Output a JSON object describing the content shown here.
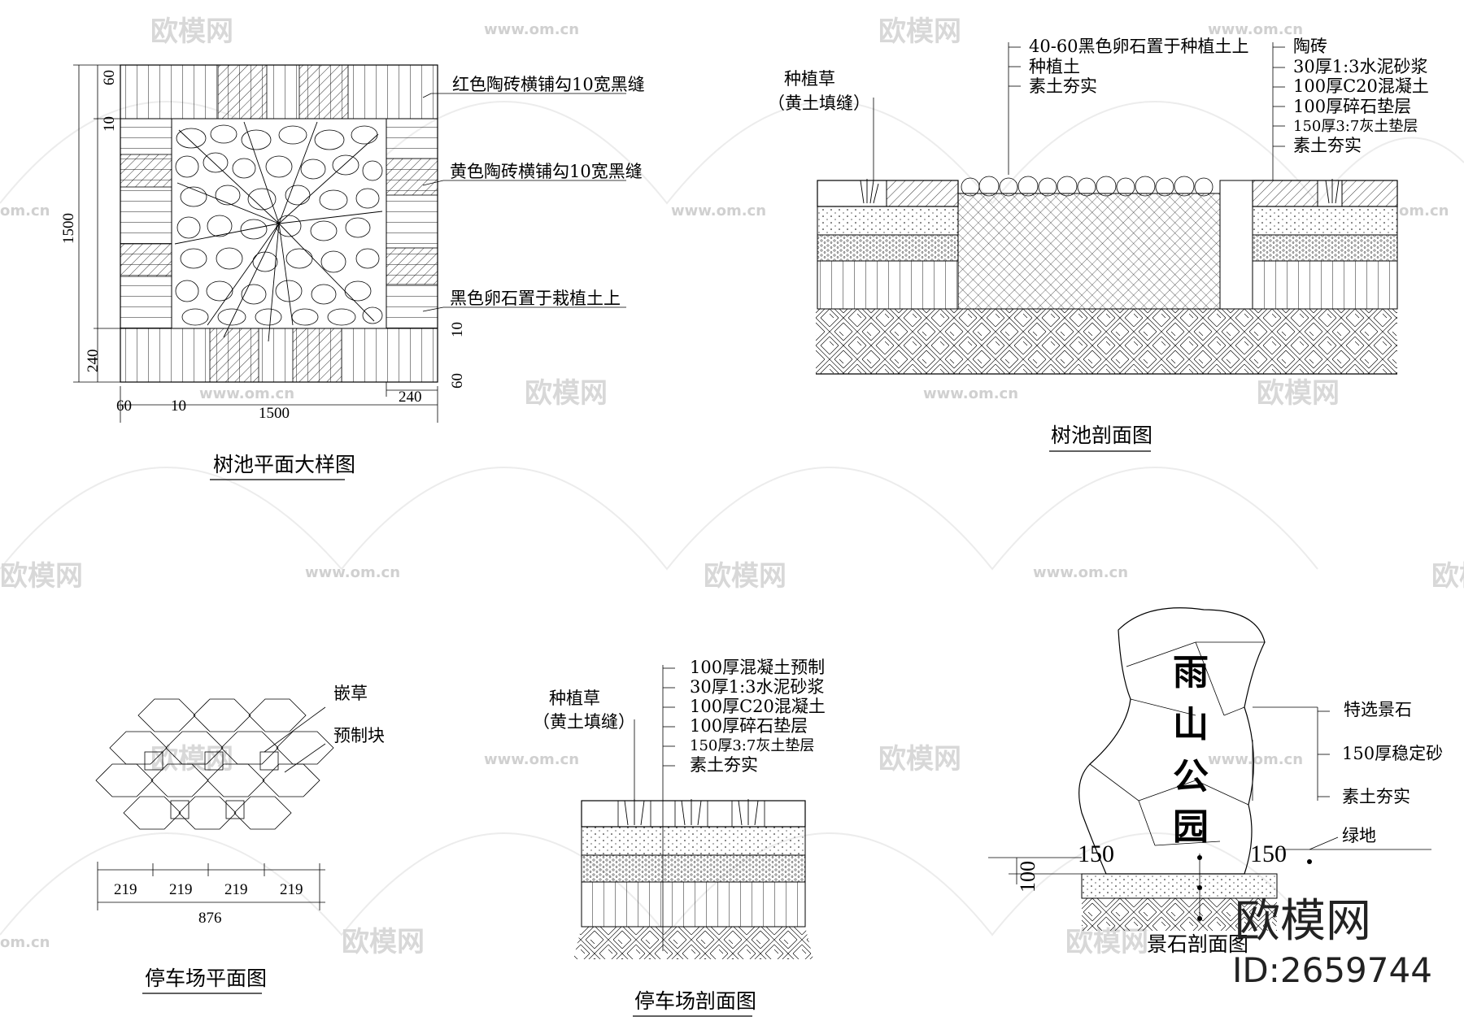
{
  "watermark": {
    "brand": "欧模网",
    "url": "www.om.cn",
    "url_short": "om.cn"
  },
  "brand_mark": {
    "name": "欧模网",
    "id": "ID:2659744"
  },
  "tree_pit_plan": {
    "title": "树池平面大样图",
    "labels": [
      "红色陶砖横铺勾10宽黑缝",
      "黄色陶砖横铺勾10宽黑缝",
      "黑色卵石置于栽植土上"
    ],
    "dims_left": {
      "d60": "60",
      "d10": "10",
      "d1500": "1500",
      "d240": "240"
    },
    "dims_right": {
      "d10": "10",
      "d60": "60"
    },
    "dims_bottom": {
      "d60": "60",
      "d10": "10",
      "d1500": "1500",
      "d240": "240"
    }
  },
  "tree_pit_section": {
    "title": "树池剖面图",
    "left_label": [
      "种植草",
      "（黄土填缝）"
    ],
    "center_labels": [
      "40-60黑色卵石置于种植土上",
      "种植土",
      "素土夯实"
    ],
    "right_labels": [
      "陶砖",
      "30厚1:3水泥砂浆",
      "100厚C20混凝土",
      "100厚碎石垫层",
      "150厚3:7灰土垫层",
      "素土夯实"
    ]
  },
  "parking_plan": {
    "title": "停车场平面图",
    "labels": [
      "嵌草",
      "预制块"
    ],
    "dims": [
      "219",
      "219",
      "219",
      "219"
    ],
    "total": "876"
  },
  "parking_section": {
    "title": "停车场剖面图",
    "left_label": [
      "种植草",
      "（黄土填缝）"
    ],
    "labels": [
      "100厚混凝土预制",
      "30厚1:3水泥砂浆",
      "100厚C20混凝土",
      "100厚碎石垫层",
      "150厚3:7灰土垫层",
      "素土夯实"
    ]
  },
  "stone_section": {
    "title": "景石剖面图",
    "stone_text": [
      "雨",
      "山",
      "公",
      "园"
    ],
    "labels": [
      "特选景石",
      "150厚稳定砂",
      "素土夯实",
      "绿地"
    ],
    "dims": {
      "left": "150",
      "right": "150",
      "height": "100"
    }
  }
}
